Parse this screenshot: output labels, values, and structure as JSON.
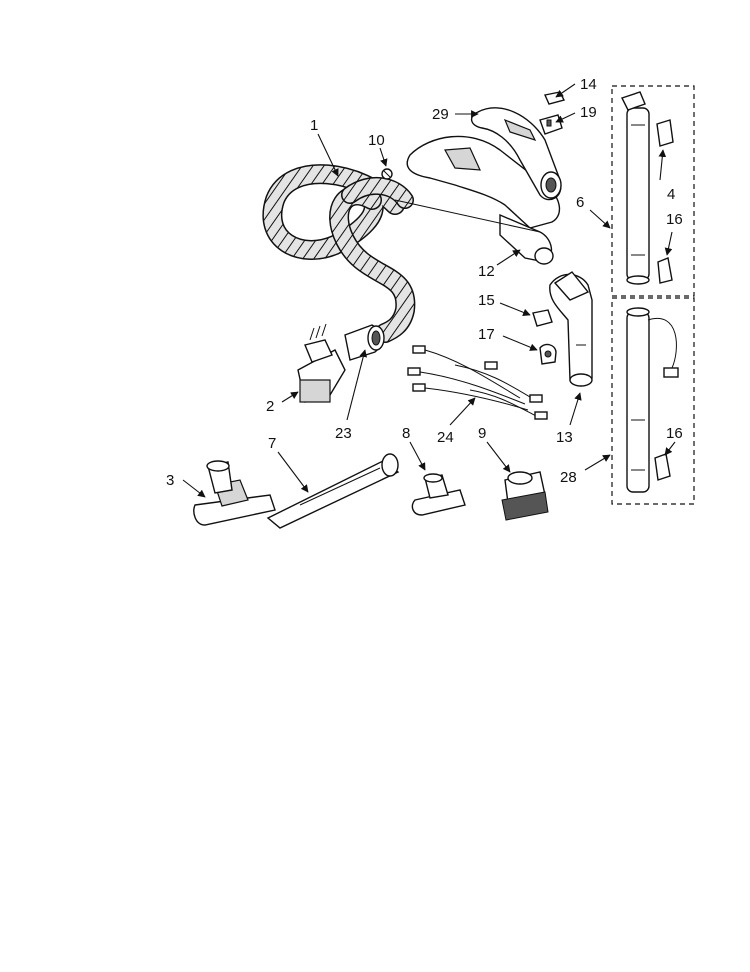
{
  "labels": {
    "p1": "1",
    "p2": "2",
    "p3": "3",
    "p4": "4",
    "p6": "6",
    "p7": "7",
    "p8": "8",
    "p9": "9",
    "p10": "10",
    "p12": "12",
    "p13": "13",
    "p14": "14",
    "p15": "15",
    "p16a": "16",
    "p16b": "16",
    "p17": "17",
    "p19": "19",
    "p23": "23",
    "p24": "24",
    "p28": "28",
    "p29": "29"
  }
}
